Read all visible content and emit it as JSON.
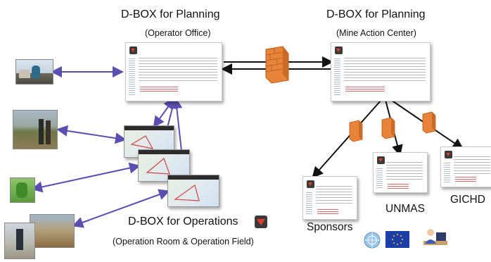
{
  "planning_office": {
    "title": "D-BOX for Planning",
    "subtitle": "(Operator Office)"
  },
  "planning_center": {
    "title": "D-BOX for Planning",
    "subtitle": "(Mine Action Center)"
  },
  "operations": {
    "title": "D-BOX for Operations",
    "subtitle": "(Operation Room & Operation Field)"
  },
  "stakeholders": [
    {
      "label": "Sponsors"
    },
    {
      "label": "UNMAS"
    },
    {
      "label": "GICHD"
    }
  ],
  "colors": {
    "link_blue": "#5a4fb0",
    "firewall": "#e8833a",
    "logo_red": "#e0402a"
  },
  "icons": [
    "firewall-icon",
    "dbox-logo-icon",
    "un-logo-icon",
    "eu-flag-icon",
    "user-at-desk-icon"
  ]
}
